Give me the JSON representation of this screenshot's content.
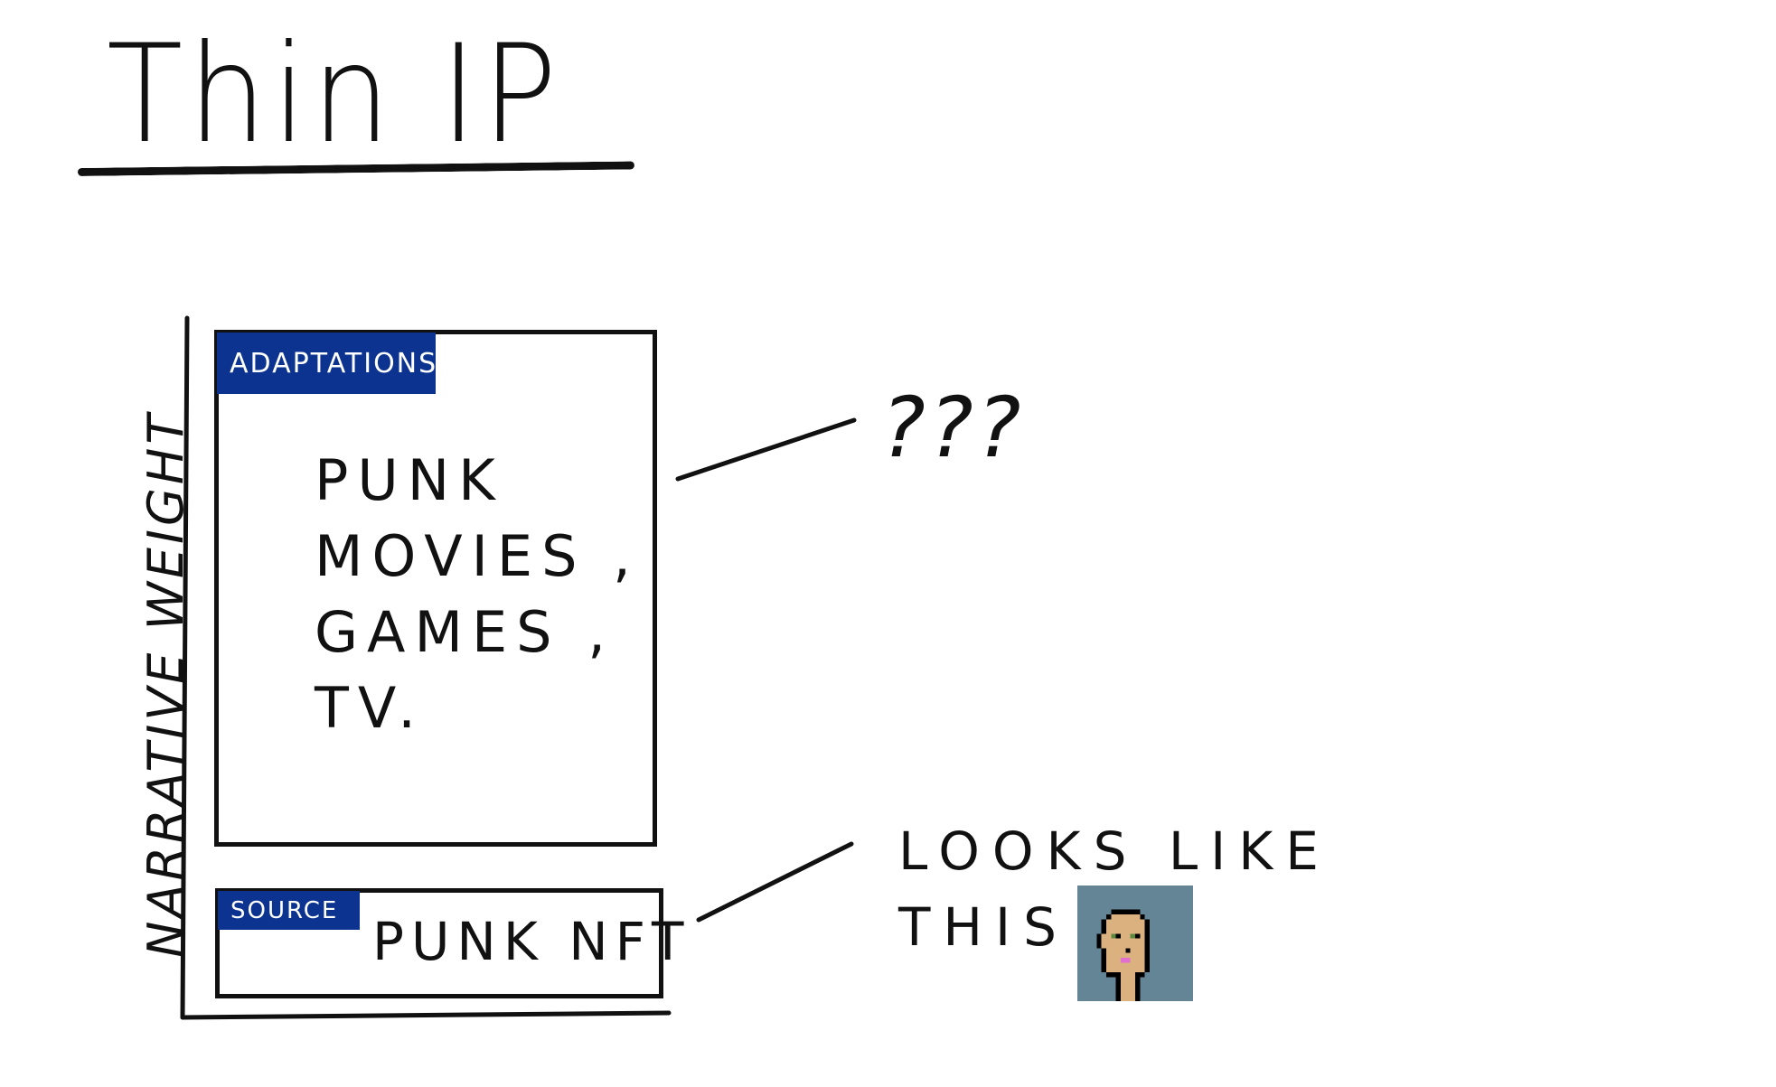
{
  "title": "Thin IP",
  "axis": {
    "y_label": "NARRATIVE WEIGHT"
  },
  "adaptations": {
    "tag": "ADAPTATIONS",
    "lines": [
      "PUNK",
      "MOVIES ,",
      "GAMES ,",
      "TV."
    ]
  },
  "source": {
    "tag": "SOURCE",
    "text": "PUNK NFT"
  },
  "annotations": {
    "adaptations_note": "???",
    "source_note_line1": "LOOKS LIKE",
    "source_note_line2": "THIS"
  },
  "image": {
    "name": "cryptopunk-avatar"
  },
  "colors": {
    "tag_background": "#0b338f",
    "tag_text": "#ffffff",
    "ink": "#111111",
    "avatar_background": "#638596",
    "avatar_skin": "#dbb180",
    "avatar_eyes": "#5c8a3f",
    "avatar_mouth": "#e06fd0"
  }
}
